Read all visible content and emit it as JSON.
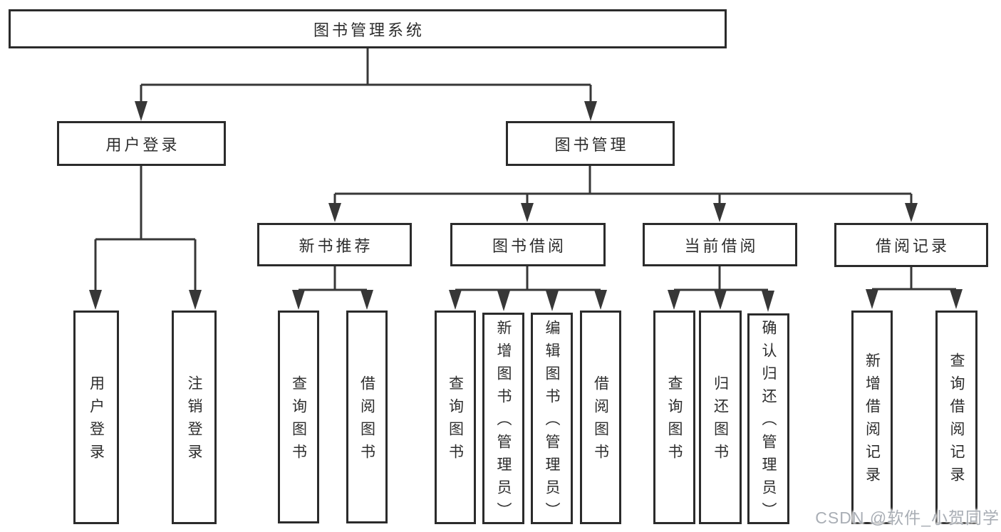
{
  "diagram": {
    "type": "hierarchy-tree",
    "root": {
      "label": "图书管理系统"
    },
    "level2": [
      {
        "label": "用户登录"
      },
      {
        "label": "图书管理"
      }
    ],
    "level3": [
      {
        "label": "新书推荐"
      },
      {
        "label": "图书借阅"
      },
      {
        "label": "当前借阅"
      },
      {
        "label": "借阅记录"
      }
    ],
    "leaves": {
      "user_login": [
        {
          "label": "用户登录"
        },
        {
          "label": "注销登录"
        }
      ],
      "new_book": [
        {
          "label": "查询图书"
        },
        {
          "label": "借阅图书"
        }
      ],
      "book_borrow": [
        {
          "label": "查询图书"
        },
        {
          "label": "新增图书（管理员）"
        },
        {
          "label": "编辑图书（管理员）"
        },
        {
          "label": "借阅图书"
        }
      ],
      "current_borrow": [
        {
          "label": "查询图书"
        },
        {
          "label": "归还图书"
        },
        {
          "label": "确认归还（管理员）"
        }
      ],
      "borrow_record": [
        {
          "label": "新增借阅记录"
        },
        {
          "label": "查询借阅记录"
        }
      ]
    },
    "colors": {
      "line": "#373737",
      "box_border": "#2b2b2b",
      "box_fill": "#ffffff",
      "text": "#2d2d2d",
      "watermark": "#a9aeb5",
      "background": "#ffffff"
    },
    "watermark": "CSDN @软件_小贺同学"
  }
}
